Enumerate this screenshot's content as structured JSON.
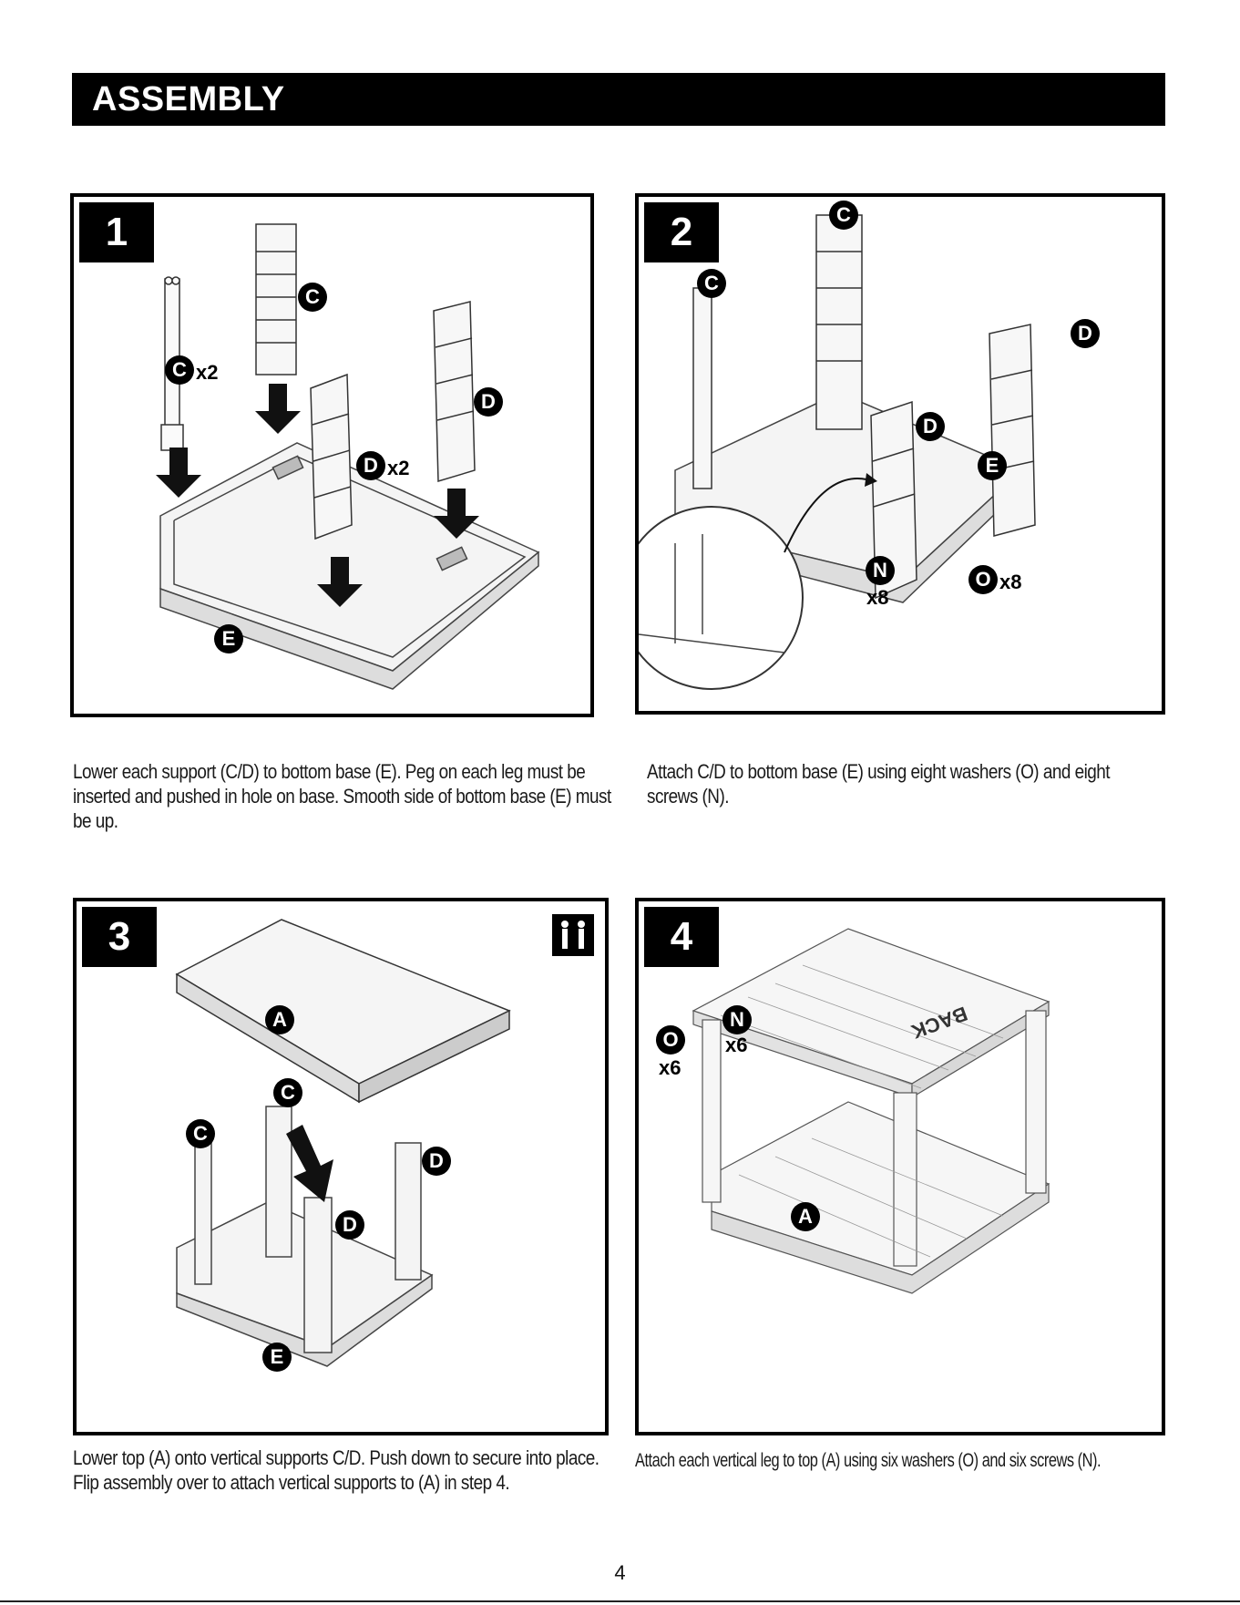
{
  "header": {
    "title": "ASSEMBLY"
  },
  "steps": [
    {
      "number": "1",
      "caption": "Lower each support (C/D) to bottom base (E). Peg on each leg must be inserted and pushed in hole on base. Smooth side of bottom base (E) must be up.",
      "labels": {
        "c": "C",
        "c_qty": "x2",
        "d": "D",
        "d_qty": "x2",
        "d2": "D",
        "c2": "C",
        "e": "E"
      }
    },
    {
      "number": "2",
      "caption": "Attach C/D to bottom base (E) using eight washers (O) and eight screws (N).",
      "labels": {
        "c_top": "C",
        "c_left": "C",
        "d_right": "D",
        "d_mid": "D",
        "e": "E",
        "n": "N",
        "n_qty": "x8",
        "o": "O",
        "o_qty": "x8"
      }
    },
    {
      "number": "3",
      "caption": "Lower top (A) onto vertical supports C/D. Push down to secure into place. Flip assembly over to attach vertical supports to (A) in step 4.",
      "labels": {
        "a": "A",
        "c_top": "C",
        "c_left": "C",
        "d_right": "D",
        "d_mid": "D",
        "e": "E"
      }
    },
    {
      "number": "4",
      "caption": "Attach each vertical leg to top (A) using six washers (O) and six screws (N).",
      "labels": {
        "n": "N",
        "n_qty": "x6",
        "o": "O",
        "o_qty": "x6",
        "a": "A",
        "back": "BACK"
      }
    }
  ],
  "page": {
    "number": "4"
  }
}
